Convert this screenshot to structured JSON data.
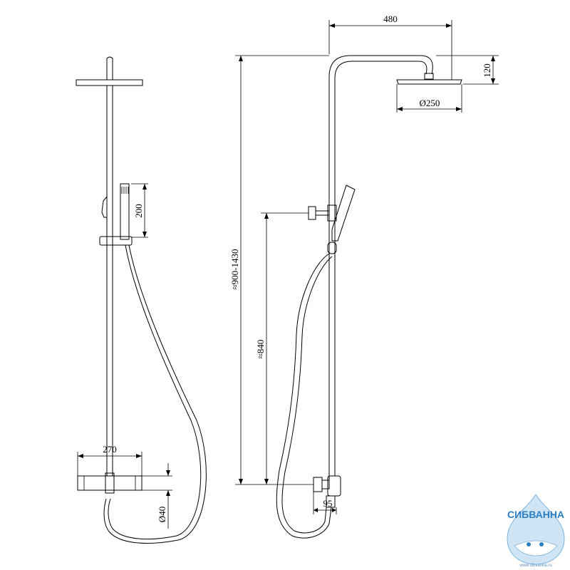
{
  "dimensions": {
    "head_arm": "480",
    "head_drop": "120",
    "head_diameter": "Ø250",
    "total_height": "≈900-1430",
    "holder_height": "≈840",
    "outlet_offset": "95",
    "handshower_length": "200",
    "mixer_width": "270",
    "mixer_diameter": "Ø40"
  },
  "logo": {
    "name": "СИБВАННА",
    "url": "www.sibvanna.ru"
  }
}
